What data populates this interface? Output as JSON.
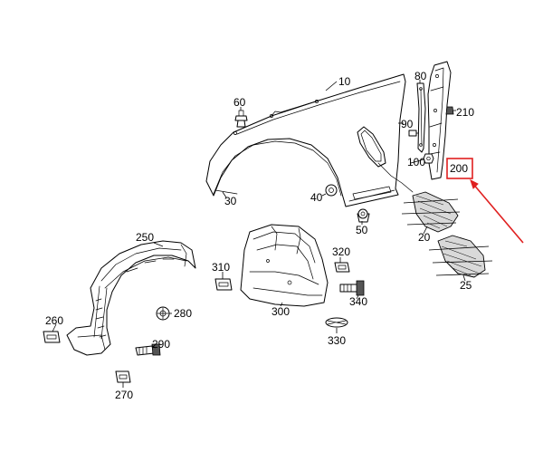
{
  "diagram": {
    "part_labels": {
      "p10": "10",
      "p20": "20",
      "p25": "25",
      "p30": "30",
      "p40": "40",
      "p50": "50",
      "p60": "60",
      "p80": "80",
      "p90": "90",
      "p100": "100",
      "p200": "200",
      "p210": "210",
      "p250": "250",
      "p260": "260",
      "p270": "270",
      "p280": "280",
      "p290": "290",
      "p300": "300",
      "p310": "310",
      "p320": "320",
      "p330": "330",
      "p340": "340"
    },
    "highlight": {
      "box_color": "#e02020",
      "arrow_color": "#e02020"
    }
  }
}
